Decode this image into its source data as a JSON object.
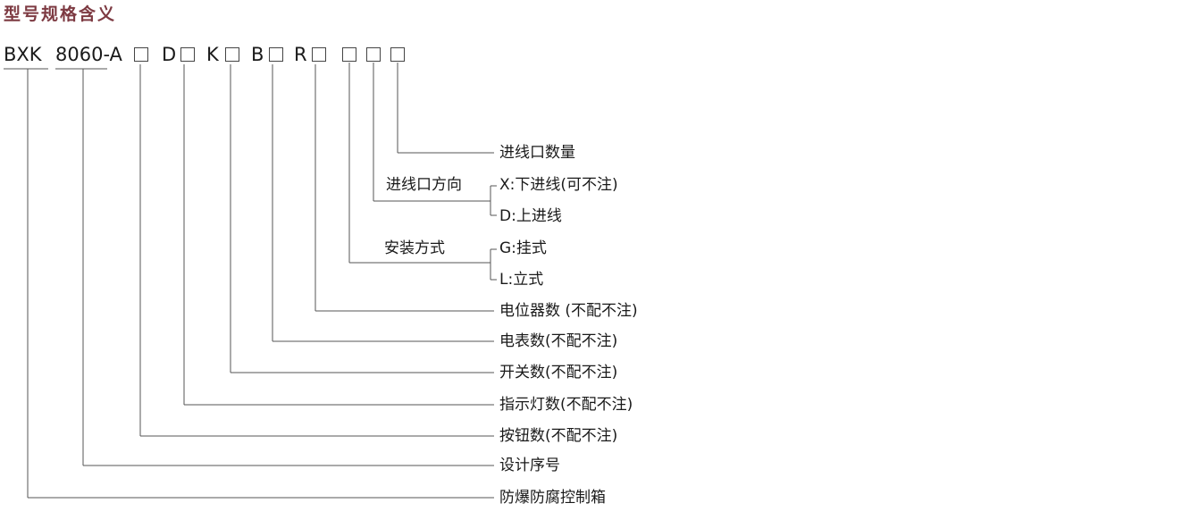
{
  "title": "型号规格含义",
  "title_color": "#7d3a42",
  "code": {
    "prefix": "BXK",
    "number": "8060-A",
    "d": "D",
    "k": "K",
    "b": "B",
    "r": "R"
  },
  "labels": {
    "inlet_count": "进线口数量",
    "inlet_direction": "进线口方向",
    "direction_x": "X:下进线(可不注)",
    "direction_d": "D:上进线",
    "install_method": "安装方式",
    "install_g": "G:挂式",
    "install_l": "L:立式",
    "potentiometer_count": "电位器数 (不配不注)",
    "meter_count": "电表数(不配不注)",
    "switch_count": "开关数(不配不注)",
    "indicator_count": "指示灯数(不配不注)",
    "button_count": "按钮数(不配不注)",
    "design_serial": "设计序号",
    "product_type": "防爆防腐控制箱"
  }
}
